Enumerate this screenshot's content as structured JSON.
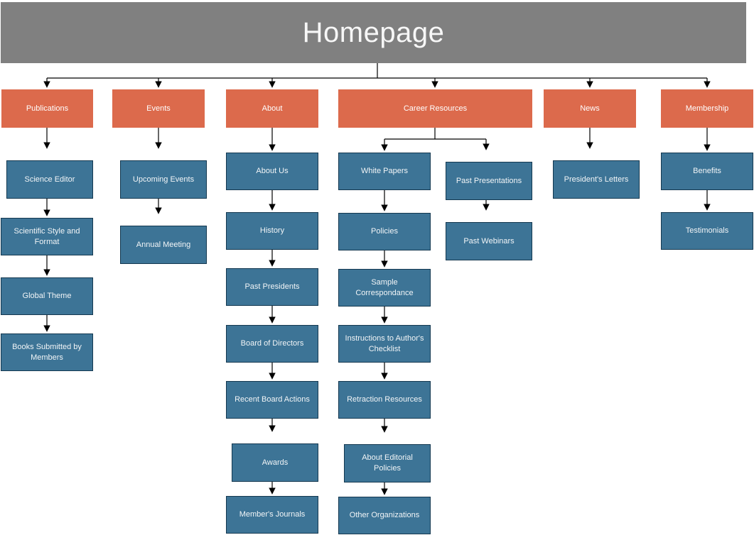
{
  "title": "Homepage",
  "colors": {
    "root_fill": "#808080",
    "branch_fill": "#DC6A4C",
    "node_fill": "#3D7496",
    "node_border": "#143850",
    "connector": "#000000",
    "text": "#ffffff"
  },
  "branches": [
    {
      "label": "Publications",
      "groups": [
        [
          {
            "label": "Science Editor",
            "stacked": true
          },
          {
            "label": "Scientific Style and Format"
          },
          {
            "label": "Global Theme"
          },
          {
            "label": "Books Submitted by Members"
          }
        ]
      ]
    },
    {
      "label": "Events",
      "groups": [
        [
          {
            "label": "Upcoming Events",
            "stacked": true
          },
          {
            "label": "Annual Meeting",
            "stacked": true
          }
        ]
      ]
    },
    {
      "label": "About",
      "groups": [
        [
          {
            "label": "About Us"
          },
          {
            "label": "History"
          },
          {
            "label": "Past Presidents"
          },
          {
            "label": "Board of Directors"
          },
          {
            "label": "Recent Board Actions"
          },
          {
            "label": "Awards",
            "stacked": true
          },
          {
            "label": "Member's Journals"
          }
        ]
      ]
    },
    {
      "label": "Career Resources",
      "groups": [
        [
          {
            "label": "White Papers"
          },
          {
            "label": "Policies"
          },
          {
            "label": "Sample Correspondance"
          },
          {
            "label": "Instructions to Author's Checklist"
          },
          {
            "label": "Retraction Resources"
          },
          {
            "label": "About Editorial Policies",
            "stacked": true
          },
          {
            "label": "Other Organizations"
          }
        ],
        [
          {
            "label": "Past Presentations",
            "stacked": true
          },
          {
            "label": "Past Webinars",
            "stacked": true
          }
        ]
      ]
    },
    {
      "label": "News",
      "groups": [
        [
          {
            "label": "President's Letters",
            "stacked": true
          }
        ]
      ]
    },
    {
      "label": "Membership",
      "groups": [
        [
          {
            "label": "Benefits"
          },
          {
            "label": "Testimonials"
          }
        ]
      ]
    }
  ]
}
